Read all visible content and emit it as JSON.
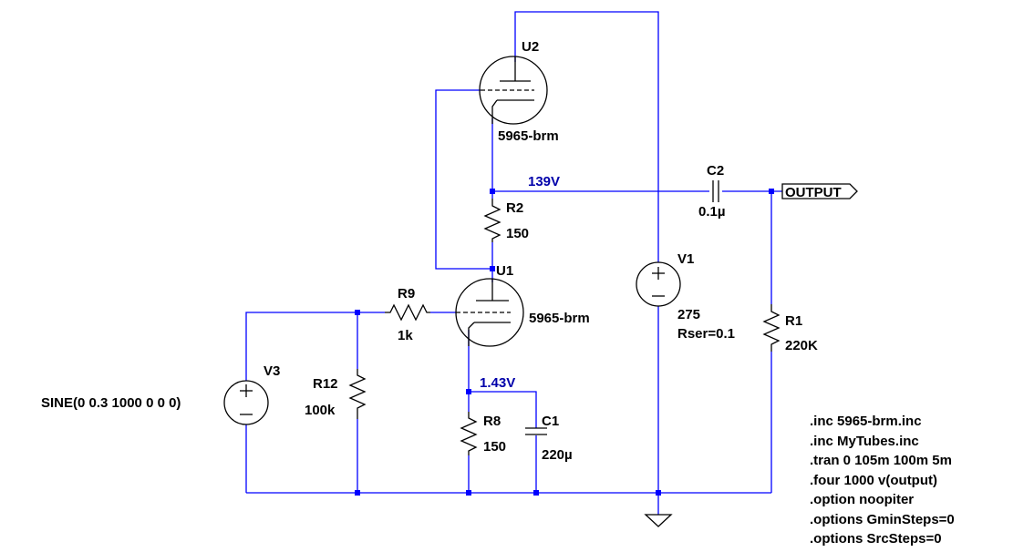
{
  "nodes": {
    "plate_voltage": "139V",
    "cathode_voltage": "1.43V"
  },
  "components": {
    "u2": {
      "ref": "U2",
      "model": "5965-brm"
    },
    "u1": {
      "ref": "U1",
      "model": "5965-brm"
    },
    "r2": {
      "ref": "R2",
      "value": "150"
    },
    "r9": {
      "ref": "R9",
      "value": "1k"
    },
    "r12": {
      "ref": "R12",
      "value": "100k"
    },
    "r8": {
      "ref": "R8",
      "value": "150"
    },
    "r1": {
      "ref": "R1",
      "value": "220K"
    },
    "c1": {
      "ref": "C1",
      "value": "220µ"
    },
    "c2": {
      "ref": "C2",
      "value": "0.1µ"
    },
    "v1": {
      "ref": "V1",
      "value": "275",
      "extra": "Rser=0.1"
    },
    "v3": {
      "ref": "V3",
      "value": "SINE(0 0.3 1000 0 0 0)"
    }
  },
  "output_label": "OUTPUT",
  "directives": [
    ".inc 5965-brm.inc",
    ".inc MyTubes.inc",
    ".tran 0 105m 100m 5m",
    ".four 1000 v(output)",
    ".option noopiter",
    ".options GminSteps=0",
    ".options SrcSteps=0"
  ],
  "colors": {
    "wire": "#0000ff",
    "component": "#000000",
    "node_voltage": "#0000aa"
  }
}
